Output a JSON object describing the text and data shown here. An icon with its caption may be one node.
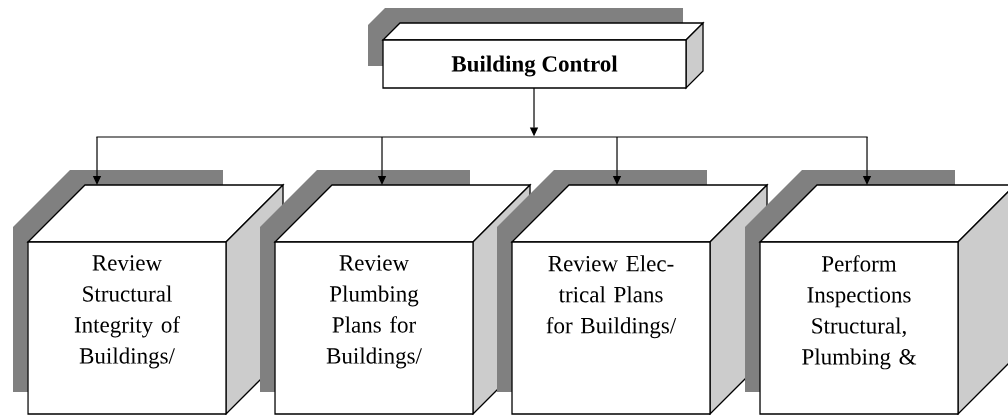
{
  "diagram": {
    "nodes": [
      {
        "text": [
          "Building Control"
        ]
      },
      {
        "text": [],
        "shape": "bar"
      },
      {
        "text": [
          "Review Structural Integrity of Buildings/"
        ]
      },
      {
        "text": [
          "Review Plumbing Plans for Buildings/"
        ]
      },
      {
        "text": [
          "Review Elec- trical Plans for Buildings/"
        ]
      },
      {
        "text": [
          "Perform Inspections Structural, Plumbing &"
        ]
      }
    ],
    "edges": [
      {
        "from": 0,
        "to": 1,
        "arrow": "to"
      },
      {
        "from": 1,
        "to": 2,
        "arrow": "to"
      },
      {
        "from": 1,
        "to": 3,
        "arrow": "to"
      },
      {
        "from": 1,
        "to": 4,
        "arrow": "to"
      },
      {
        "from": 1,
        "to": 5,
        "arrow": "to"
      }
    ]
  }
}
